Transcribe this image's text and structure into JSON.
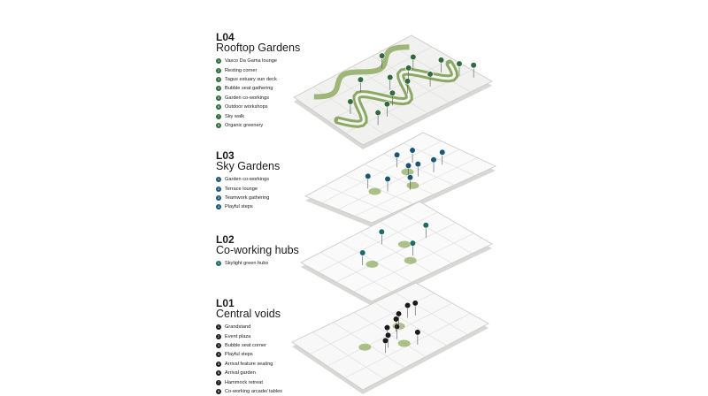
{
  "levels": [
    {
      "code": "L04",
      "name": "Rooftop Gardens",
      "color": "#2f6b3c",
      "items": [
        "Vasco Da Gama lounge",
        "Resting corner",
        "Tagus estuary sun deck",
        "Bubble seat gathering",
        "Garden co-workings",
        "Outdoor workshops",
        "Sky walk",
        "Organic greenery"
      ]
    },
    {
      "code": "L03",
      "name": "Sky Gardens",
      "color": "#1b5675",
      "items": [
        "Garden co-workings",
        "Terrace lounge",
        "Teamwork gathering",
        "Playful steps"
      ]
    },
    {
      "code": "L02",
      "name": "Co-working hubs",
      "color": "#1d6a66",
      "items": [
        "Skylight green hubs"
      ]
    },
    {
      "code": "L01",
      "name": "Central voids",
      "color": "#1a1a1a",
      "items": [
        "Grandstand",
        "Event plaza",
        "Bubble seat corner",
        "Playful steps",
        "Arrival feature seating",
        "Arrival garden",
        "Hammock retreat",
        "Co-working arcade/ tables"
      ]
    }
  ]
}
